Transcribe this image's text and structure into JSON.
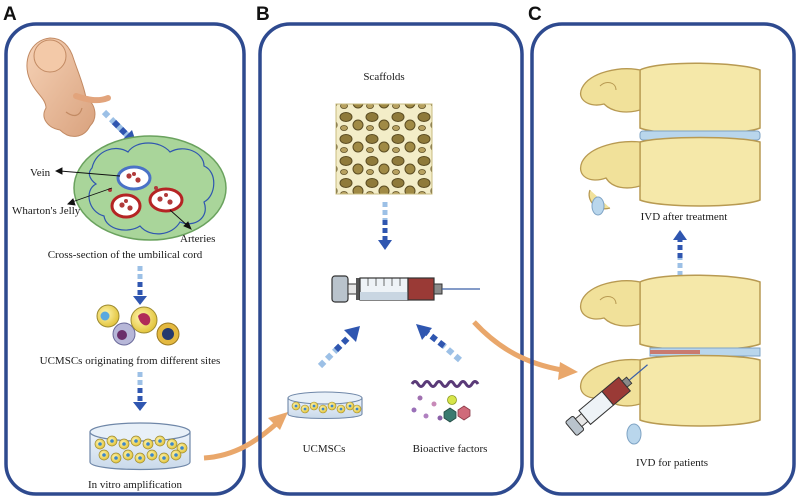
{
  "colors": {
    "panel_border": "#2e4a8f",
    "arrow_dark": "#2f56b0",
    "arrow_light": "#9cc0e6",
    "curve_arrow": "#e9a76b",
    "bone": "#f5e8a9",
    "bone_edge": "#b89a52",
    "cord_fill": "#a9d59a",
    "disc": "#b9d6ec"
  },
  "panels": {
    "a": {
      "letter": "A",
      "vein_label": "Vein",
      "jelly_label": "Wharton's Jelly",
      "arteries_label": "Arteries",
      "cross_section_label": "Cross-section of the umbilical cord",
      "ucmscs_sites_label": "UCMSCs originating from different sites",
      "amplification_label": "In vitro amplification"
    },
    "b": {
      "letter": "B",
      "scaffolds_label": "Scaffolds",
      "ucmscs_label": "UCMSCs",
      "factors_label": "Bioactive factors"
    },
    "c": {
      "letter": "C",
      "after_label": "IVD after treatment",
      "patients_label": "IVD for patients"
    }
  }
}
